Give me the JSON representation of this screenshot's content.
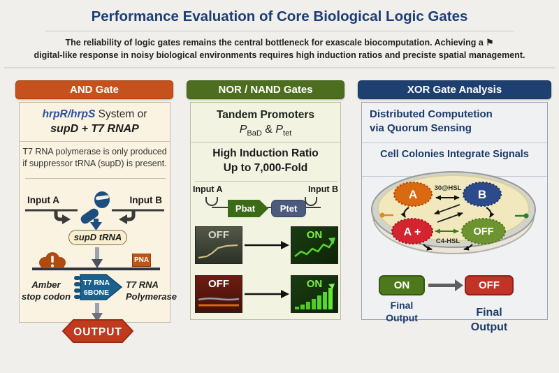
{
  "page": {
    "title": "Performance Evaluation of Core Biological Logic Gates",
    "subtitle_line1": "The reliability of logic gates remains the central bottleneck for exascale biocomputation. Achieving a ⚑",
    "subtitle_line2": "digital-like response in noisy biological environments requires high induction ratios and preciste spatial management."
  },
  "and_gate": {
    "header": "AND Gate",
    "system_blue": "hrpR/hrpS",
    "system_rest": " System or",
    "system_line2": "supD + T7 RNAP",
    "desc1": "T7 RNA polymerase is only produced",
    "desc2": "if suppressor tRNA (supD) is present.",
    "input_a": "Input A",
    "input_b": "Input B",
    "pill": "supD tRNA",
    "pna": "PNA",
    "amber1": "Amber",
    "amber2": "stop codon",
    "t7_box_line1": "T7 RNA",
    "t7_box_line2": "6BONE",
    "t7_label1": "T7 RNA",
    "t7_label2": "Polymerase",
    "output": "OUTPUT"
  },
  "nor_nand": {
    "header": "NOR / NAND Gates",
    "heading": "Tandem Promoters",
    "p1": "P",
    "p1_sub": "BaD",
    "amp": " & ",
    "p2": "P",
    "p2_sub": "tet",
    "ratio1": "High Induction Ratio",
    "ratio2": "Up to 7,000-Fold",
    "input_a": "Input A",
    "input_b": "Input B",
    "pbat": "Pbat",
    "ptet": "Ptet",
    "row1_off": "OFF",
    "row1_on": "ON",
    "row2_off": "OFF",
    "row2_on": "ON"
  },
  "xor": {
    "header": "XOR Gate Analysis",
    "sub1": "Distributed Computetion",
    "sub2": "via Quorum Sensing",
    "heading": "Cell Colonies Integrate Signals",
    "blob_a": "A",
    "blob_b": "B",
    "blob_aplus": "A +",
    "blob_off": "OFF",
    "signal_top": "30@HSL",
    "signal_bottom": "C4-HSL",
    "on_box": "ON",
    "off_box": "OFF",
    "final_left_1": "Final",
    "final_left_2": "Output",
    "final_right_1": "Final",
    "final_right_2": "Output"
  },
  "colors": {
    "title_navy": "#1c3e75",
    "and_header": "#c5521c",
    "nor_header": "#4d6e1f",
    "xor_header": "#1e4070",
    "output_red": "#c23a1e",
    "on_green": "#4b791b",
    "off_red": "#c13227"
  }
}
